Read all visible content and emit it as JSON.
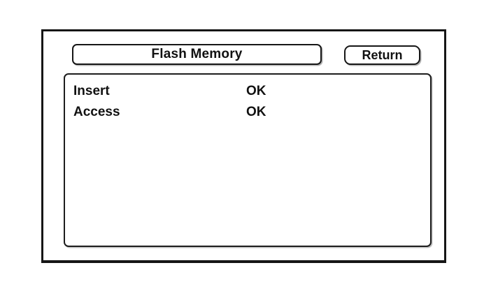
{
  "screen": {
    "title": "Flash Memory",
    "return_label": "Return"
  },
  "status_panel": {
    "rows": [
      {
        "label": "Insert",
        "value": "OK"
      },
      {
        "label": "Access",
        "value": "OK"
      }
    ]
  },
  "colors": {
    "background": "#ffffff",
    "border": "#161616",
    "text": "#111111"
  }
}
